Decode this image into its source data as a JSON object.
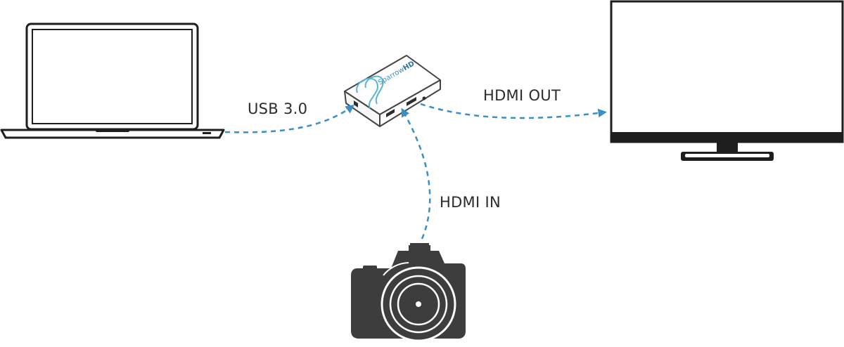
{
  "labels": {
    "usb": "USB 3.0",
    "hdmi_out": "HDMI OUT",
    "hdmi_in": "HDMI IN"
  },
  "device": {
    "brand_text": "Sparrow",
    "brand_suffix": "HD"
  },
  "colors": {
    "connector": "#3a8fc4",
    "device_ink": "#3c3c3c",
    "device_brand": "#3a8fc4",
    "brand_accent": "#5ab4d9"
  },
  "icons": [
    "laptop-icon",
    "capture-device-icon",
    "monitor-icon",
    "camera-icon"
  ]
}
